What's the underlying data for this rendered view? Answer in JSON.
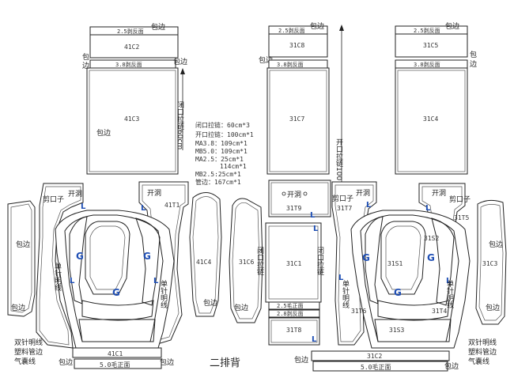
{
  "title": "二排背",
  "notes": {
    "zip_closed": "闭口拉链：60cm*3",
    "zip_open": "开口拉链：100cm*1",
    "ma38": "MA3.8：109cm*1",
    "mb50": "MB5.0：109cm*1",
    "ma25": "MA2.5：25cm*1",
    "ma25b": "114cm*1",
    "mb25": "MB2.5:25cm*1",
    "pipe": "管边：167cm*1"
  },
  "vertical_labels": {
    "zip_60": "闭口拉链60cm",
    "zip_open_100": "开口拉链100",
    "zip_c1_left": "闭口拉链",
    "zip_c1_right": "闭口拉链",
    "single_left": "单针明线",
    "single_right": "单针明线"
  },
  "pieces": {
    "c2": "41C2",
    "c3": "41C3",
    "c8": "31C8",
    "c7": "31C7",
    "c5": "31C5",
    "c4r": "31C4",
    "t1": "41T1",
    "c4l": "41C4",
    "c6": "31C6",
    "t9": "31T9",
    "t7": "31T7",
    "c1m": "31C1",
    "s1": "31S1",
    "s2": "31S2",
    "t5": "31T5",
    "c3r": "31C3",
    "t6": "31T6",
    "t4": "31T4",
    "s3": "31S3",
    "t8": "31T8",
    "c1l": "41C1",
    "c2r": "31C2"
  },
  "strips": {
    "top_l": "2.5剥反面",
    "top_m": "2.5剥反面",
    "top_r": "2.5剥反面",
    "mid_l": "3.8剥反面",
    "mid_m": "3.8剥反面",
    "mid_r": "3.8剥反面",
    "m1": "2.5毛正面",
    "m2": "2.8剥反面",
    "bot_l": "5.0毛正面",
    "bot_r": "5.0毛正面"
  },
  "edge_label": "包边",
  "edge_label_split": [
    "包",
    "边"
  ],
  "hole": "开洞",
  "notch": "剪口子",
  "notch_left": "剪口子",
  "double_stitch": "双针明线",
  "plastic_pipe": "塑料管边",
  "airbag_line": "气囊线",
  "mark_l": "L",
  "mark_g": "G"
}
